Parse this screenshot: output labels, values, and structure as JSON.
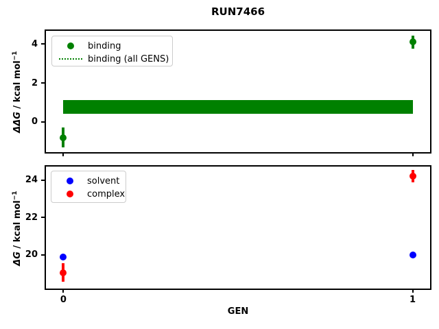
{
  "title": "RUN7466",
  "xlabel": "GEN",
  "colors": {
    "binding_green": "#008000",
    "solvent_blue": "#0000ff",
    "complex_red": "#ff0000"
  },
  "chart_data": {
    "type": "scatter",
    "title": "RUN7466",
    "xlabel": "GEN",
    "subplots": [
      {
        "ylabel": "ΔΔG / kcal mol⁻¹",
        "ylabel_main": "ΔΔG",
        "ylabel_rest": " / kcal mol",
        "ylabel_sup": "−1",
        "ylim": [
          -1.55,
          4.68
        ],
        "yticks": [
          4,
          2,
          0
        ],
        "xlim": [
          -0.05,
          1.05
        ],
        "xticks": [
          0,
          1
        ],
        "show_xtick_labels": false,
        "legend_position": "upper left",
        "legend": [
          {
            "label": "binding",
            "marker": "dot",
            "color": "#008000"
          },
          {
            "label": "binding (all GENS)",
            "marker": "dotted-line",
            "color": "#008000"
          }
        ],
        "series": [
          {
            "name": "binding",
            "color": "#008000",
            "points": [
              {
                "x": 0,
                "y": -0.8,
                "err": 0.5
              },
              {
                "x": 1,
                "y": 4.1,
                "err": 0.35
              }
            ]
          }
        ],
        "band": {
          "name": "binding (all GENS)",
          "color": "#008000",
          "x0": 0,
          "x1": 1,
          "y": 0.77,
          "err": 0.36
        }
      },
      {
        "ylabel": "ΔG / kcal mol⁻¹",
        "ylabel_main": "ΔG",
        "ylabel_rest": " / kcal mol",
        "ylabel_sup": "−1",
        "ylim": [
          18.2,
          24.73
        ],
        "yticks": [
          24,
          22,
          20
        ],
        "xlim": [
          -0.05,
          1.05
        ],
        "xticks": [
          0,
          1
        ],
        "show_xtick_labels": true,
        "legend_position": "upper left",
        "legend": [
          {
            "label": "solvent",
            "marker": "dot",
            "color": "#0000ff"
          },
          {
            "label": "complex",
            "marker": "dot",
            "color": "#ff0000"
          }
        ],
        "series": [
          {
            "name": "solvent",
            "color": "#0000ff",
            "points": [
              {
                "x": 0,
                "y": 19.9,
                "err": 0.1
              },
              {
                "x": 1,
                "y": 20.0,
                "err": 0.1
              }
            ]
          },
          {
            "name": "complex",
            "color": "#ff0000",
            "points": [
              {
                "x": 0,
                "y": 19.05,
                "err": 0.5
              },
              {
                "x": 1,
                "y": 24.2,
                "err": 0.33
              }
            ]
          }
        ]
      }
    ]
  }
}
